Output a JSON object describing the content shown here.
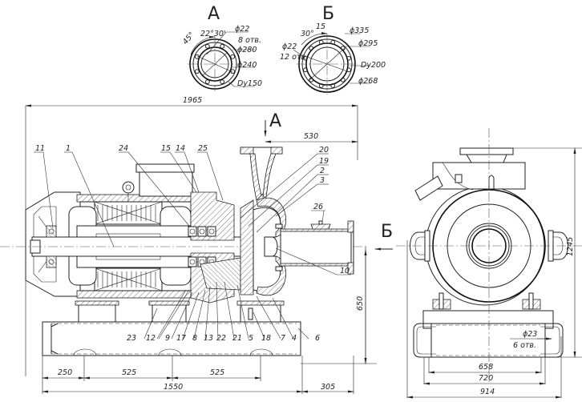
{
  "title": "Pump unit assembly drawing",
  "views": {
    "flange_a": {
      "letter": "А",
      "angle1": "22°30'",
      "angle2": "45°",
      "hole_dia": "ϕ22",
      "hole_count": "8 отв.",
      "outer_dia": "ϕ280",
      "bolt_circle": "ϕ240",
      "nominal": "Dy150"
    },
    "flange_b": {
      "letter": "Б",
      "angle1": "30°",
      "angle2": "15",
      "hole_dia": "ϕ22",
      "hole_count": "12 отв.",
      "outer_dia": "ϕ335",
      "bolt_circle": "ϕ295",
      "nominal": "Dy200",
      "inner_dia": "ϕ268"
    }
  },
  "view_markers": {
    "a_arrow": "А",
    "b_arrow": "Б"
  },
  "dimensions": {
    "overall_length": "1965",
    "suction_offset": "530",
    "shaft_height": "650",
    "overall_height": "1245",
    "base_250": "250",
    "base_525_1": "525",
    "base_525_2": "525",
    "base_1550": "1550",
    "base_305": "305",
    "width_658": "658",
    "width_720": "720",
    "width_914": "914",
    "anchor_dia": "ϕ23",
    "anchor_count": "6 отв."
  },
  "part_labels": {
    "top": [
      "11",
      "1",
      "24",
      "15",
      "14",
      "25"
    ],
    "right": [
      "20",
      "19",
      "2",
      "3",
      "26",
      "10"
    ],
    "bottom": [
      "23",
      "12",
      "9",
      "17",
      "8",
      "13",
      "22",
      "21",
      "5",
      "18",
      "7",
      "4",
      "6"
    ]
  }
}
